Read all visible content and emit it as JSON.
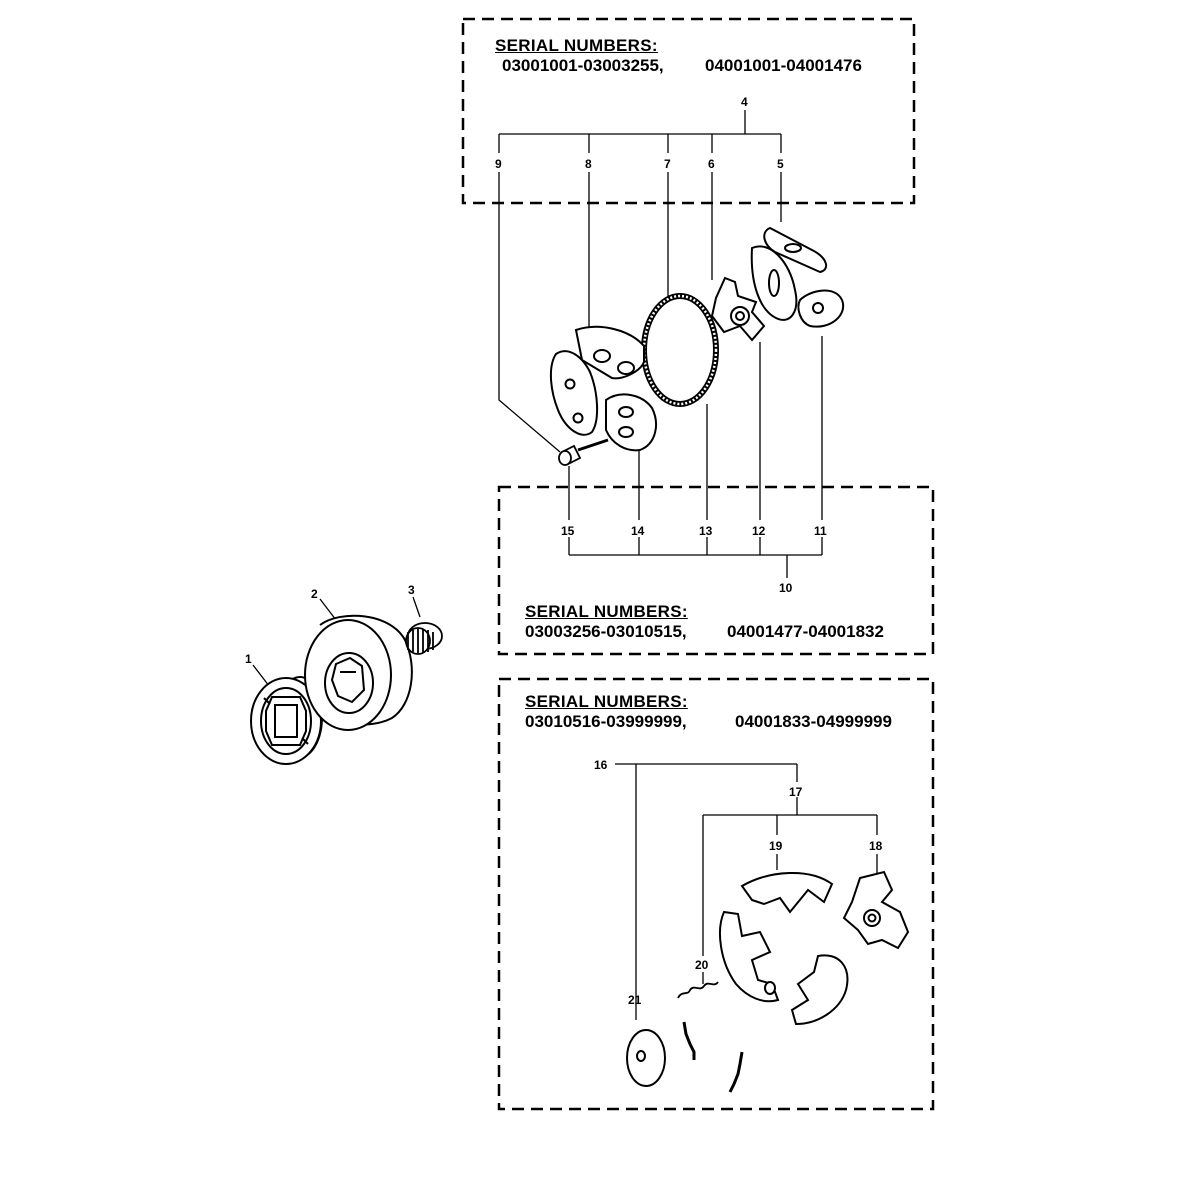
{
  "groups": {
    "upper": {
      "heading": "SERIAL  NUMBERS:",
      "range_a": "03001001-03003255,",
      "range_b": "04001001-04001476"
    },
    "middle": {
      "heading": "SERIAL  NUMBERS:",
      "range_a": "03003256-03010515,",
      "range_b": "04001477-04001832"
    },
    "lower": {
      "heading": "SERIAL  NUMBERS:",
      "range_a": "03010516-03999999,",
      "range_b": "04001833-04999999"
    }
  },
  "callouts": {
    "p1": "1",
    "p2": "2",
    "p3": "3",
    "p4": "4",
    "p5": "5",
    "p6": "6",
    "p7": "7",
    "p8": "8",
    "p9": "9",
    "p10": "10",
    "p11": "11",
    "p12": "12",
    "p13": "13",
    "p14": "14",
    "p15": "15",
    "p16": "16",
    "p17": "17",
    "p18": "18",
    "p19": "19",
    "p20": "20",
    "p21": "21"
  },
  "colors": {
    "ink": "#000000",
    "part_fill": "#ffffff",
    "shade": "#cfcfcf"
  }
}
